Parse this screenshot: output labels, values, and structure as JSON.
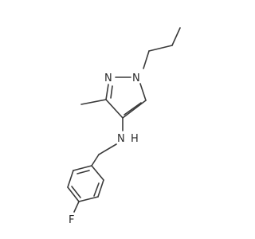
{
  "molecule": {
    "atoms": {
      "n1": "N",
      "n2": "N",
      "nh_n": "N",
      "nh_h": "H",
      "f": "F"
    }
  }
}
